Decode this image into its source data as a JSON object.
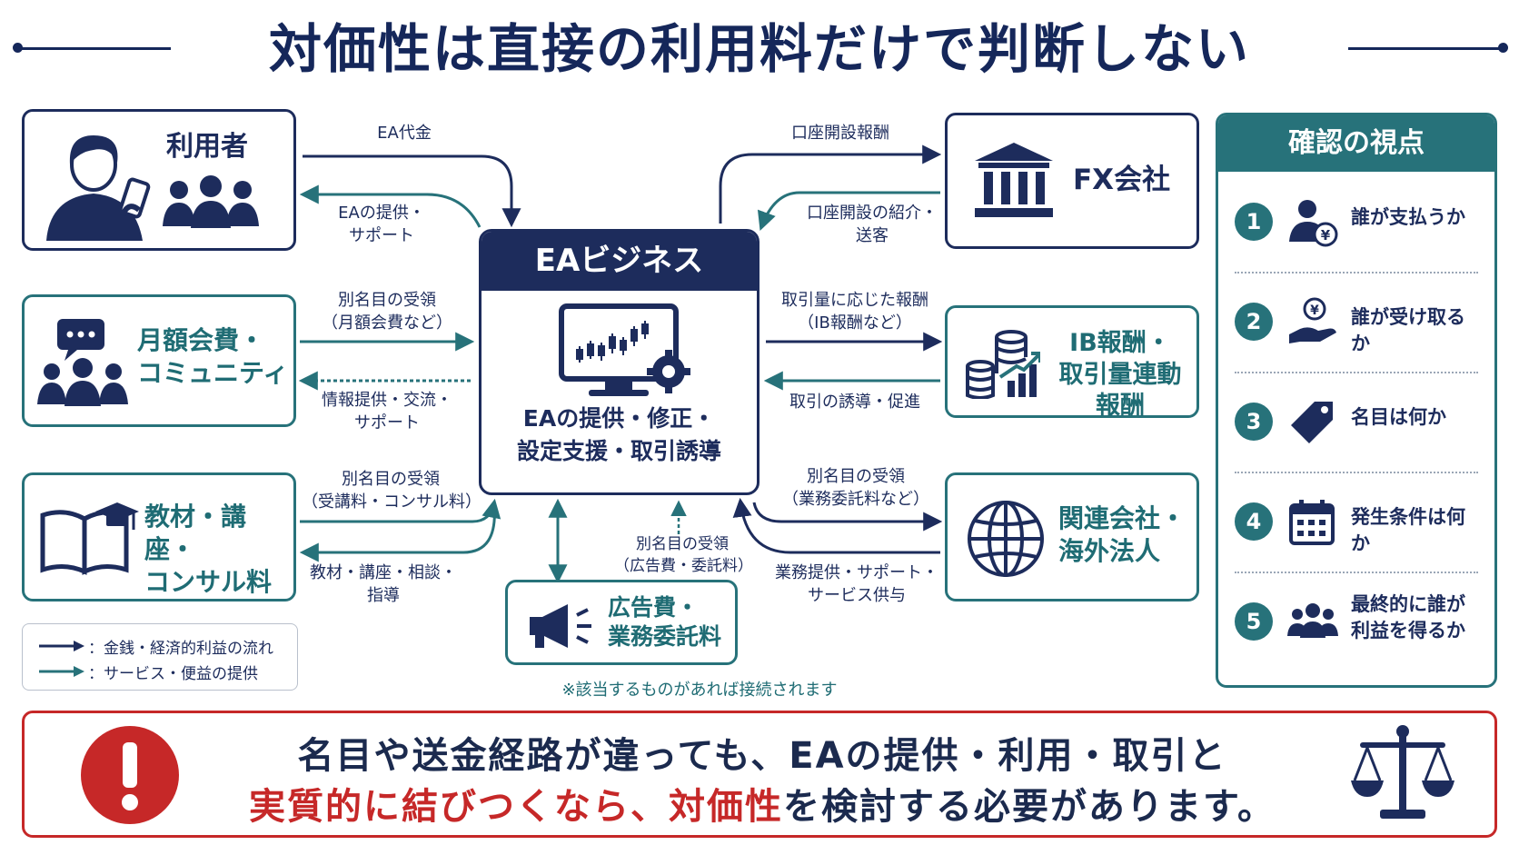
{
  "title": "対価性は直接の利用料だけで判断しない",
  "center": {
    "heading": "EAビジネス",
    "body_line1": "EAの提供・修正・",
    "body_line2": "設定支援・取引誘導"
  },
  "nodes": {
    "user": "利用者",
    "fx": "FX会社",
    "monthly_line1": "月額会費・",
    "monthly_line2": "コミュニティ",
    "ib_line1": "IB報酬・",
    "ib_line2": "取引量連動報酬",
    "course_line1": "教材・講座・",
    "course_line2": "コンサル料",
    "related_line1": "関連会社・",
    "related_line2": "海外法人",
    "ad_line1": "広告費・",
    "ad_line2": "業務委託料"
  },
  "edges": {
    "user_to_center": "EA代金",
    "center_to_user_1": "EAの提供・",
    "center_to_user_2": "サポート",
    "center_to_fx": "口座開設報酬",
    "fx_to_center_1": "口座開設の紹介・",
    "fx_to_center_2": "送客",
    "monthly_in_1": "別名目の受領",
    "monthly_in_2": "（月額会費など）",
    "monthly_out_1": "情報提供・交流・",
    "monthly_out_2": "サポート",
    "ib_in_1": "取引量に応じた報酬",
    "ib_in_2": "（IB報酬など）",
    "ib_out": "取引の誘導・促進",
    "course_in_1": "別名目の受領",
    "course_in_2": "（受講料・コンサル料）",
    "course_out_1": "教材・講座・相談・",
    "course_out_2": "指導",
    "related_in_1": "別名目の受領",
    "related_in_2": "（業務委託料など）",
    "related_out_1": "業務提供・サポート・",
    "related_out_2": "サービス供与",
    "ad_in_1": "別名目の受領",
    "ad_in_2": "（広告費・委託料）"
  },
  "legend": {
    "money": "：金銭・経済的利益の流れ",
    "service": "：サービス・便益の提供"
  },
  "note": "※該当するものがあれば接続されます",
  "checklist": {
    "heading": "確認の視点",
    "items": [
      {
        "num": "1",
        "text": "誰が支払うか",
        "icon": "person-yen-icon"
      },
      {
        "num": "2",
        "text": "誰が受け取るか",
        "icon": "hand-coin-icon"
      },
      {
        "num": "3",
        "text": "名目は何か",
        "icon": "tag-icon"
      },
      {
        "num": "4",
        "text": "発生条件は何か",
        "icon": "calendar-icon"
      },
      {
        "num": "5",
        "text_line1": "最終的に誰が",
        "text_line2": "利益を得るか",
        "icon": "group-icon"
      }
    ]
  },
  "bottom": {
    "line1": "名目や送金経路が違っても、EAの提供・利用・取引と",
    "line2_red1": "実質的に結びつくなら、",
    "line2_red2": "対価性",
    "line2_rest": "を検討する必要があります。"
  },
  "colors": {
    "navy": "#1d2c5c",
    "teal": "#27727a",
    "red": "#c62828"
  }
}
